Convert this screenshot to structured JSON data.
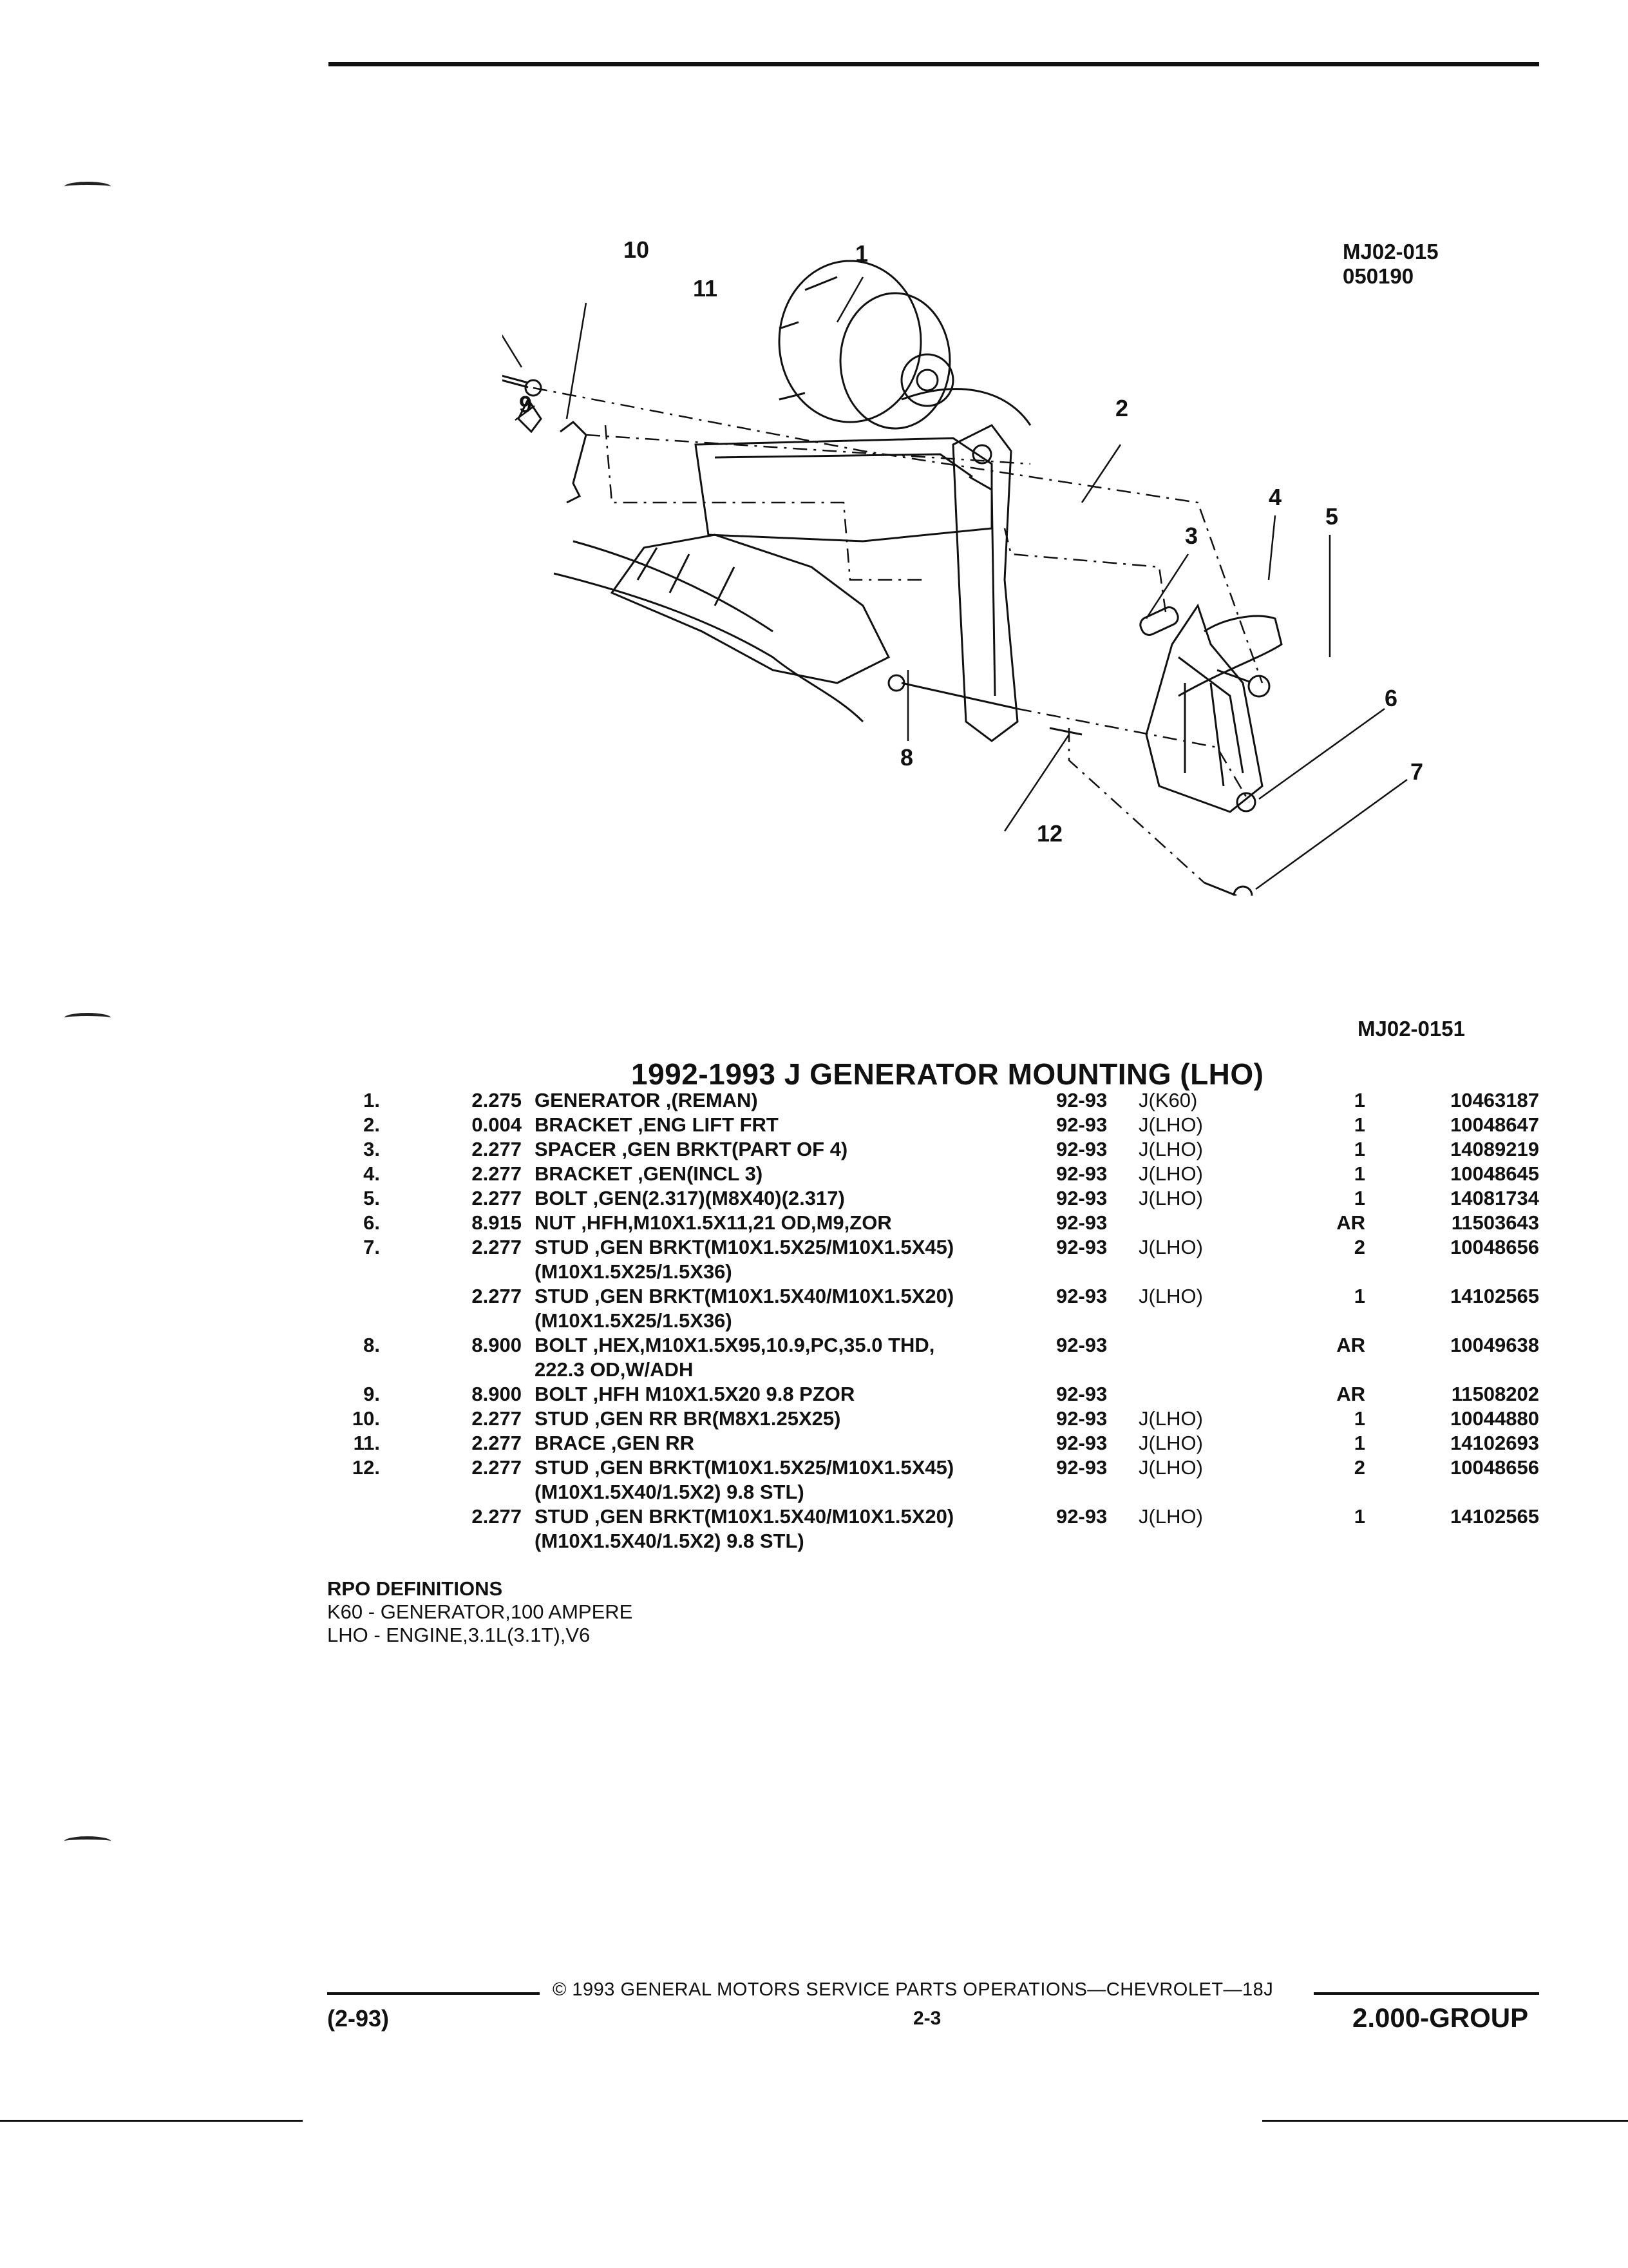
{
  "diagram": {
    "ref_code": "MJ02-015",
    "ref_date": "050190",
    "figure_code": "MJ02-0151",
    "callouts": [
      "1",
      "2",
      "3",
      "4",
      "5",
      "6",
      "7",
      "8",
      "9",
      "10",
      "11",
      "12"
    ]
  },
  "title": "1992-1993 J GENERATOR MOUNTING (LHO)",
  "parts": [
    {
      "num": "1.",
      "code": "2.275",
      "desc": "GENERATOR ,(REMAN)",
      "years": "92-93",
      "app": "J(K60)",
      "qty": "1",
      "part": "10463187"
    },
    {
      "num": "2.",
      "code": "0.004",
      "desc": "BRACKET ,ENG LIFT FRT",
      "years": "92-93",
      "app": "J(LHO)",
      "qty": "1",
      "part": "10048647"
    },
    {
      "num": "3.",
      "code": "2.277",
      "desc": "SPACER ,GEN BRKT(PART OF 4)",
      "years": "92-93",
      "app": "J(LHO)",
      "qty": "1",
      "part": "14089219"
    },
    {
      "num": "4.",
      "code": "2.277",
      "desc": "BRACKET ,GEN(INCL 3)",
      "years": "92-93",
      "app": "J(LHO)",
      "qty": "1",
      "part": "10048645"
    },
    {
      "num": "5.",
      "code": "2.277",
      "desc": "BOLT ,GEN(2.317)(M8X40)(2.317)",
      "years": "92-93",
      "app": "J(LHO)",
      "qty": "1",
      "part": "14081734"
    },
    {
      "num": "6.",
      "code": "8.915",
      "desc": "NUT ,HFH,M10X1.5X11,21 OD,M9,ZOR",
      "years": "92-93",
      "app": "",
      "qty": "AR",
      "part": "11503643"
    },
    {
      "num": "7.",
      "code": "2.277",
      "desc": "STUD ,GEN BRKT(M10X1.5X25/M10X1.5X45)",
      "desc2": "(M10X1.5X25/1.5X36)",
      "years": "92-93",
      "app": "J(LHO)",
      "qty": "2",
      "part": "10048656"
    },
    {
      "num": "",
      "code": "2.277",
      "desc": "STUD ,GEN BRKT(M10X1.5X40/M10X1.5X20)",
      "desc2": "(M10X1.5X25/1.5X36)",
      "years": "92-93",
      "app": "J(LHO)",
      "qty": "1",
      "part": "14102565"
    },
    {
      "num": "8.",
      "code": "8.900",
      "desc": "BOLT ,HEX,M10X1.5X95,10.9,PC,35.0 THD,",
      "desc2": "222.3 OD,W/ADH",
      "years": "92-93",
      "app": "",
      "qty": "AR",
      "part": "10049638"
    },
    {
      "num": "9.",
      "code": "8.900",
      "desc": "BOLT ,HFH M10X1.5X20 9.8 PZOR",
      "years": "92-93",
      "app": "",
      "qty": "AR",
      "part": "11508202"
    },
    {
      "num": "10.",
      "code": "2.277",
      "desc": "STUD ,GEN RR BR(M8X1.25X25)",
      "years": "92-93",
      "app": "J(LHO)",
      "qty": "1",
      "part": "10044880"
    },
    {
      "num": "11.",
      "code": "2.277",
      "desc": "BRACE ,GEN RR",
      "years": "92-93",
      "app": "J(LHO)",
      "qty": "1",
      "part": "14102693"
    },
    {
      "num": "12.",
      "code": "2.277",
      "desc": "STUD ,GEN BRKT(M10X1.5X25/M10X1.5X45)",
      "desc2": "(M10X1.5X40/1.5X2) 9.8 STL)",
      "years": "92-93",
      "app": "J(LHO)",
      "qty": "2",
      "part": "10048656"
    },
    {
      "num": "",
      "code": "2.277",
      "desc": "STUD ,GEN BRKT(M10X1.5X40/M10X1.5X20)",
      "desc2": "(M10X1.5X40/1.5X2) 9.8 STL)",
      "years": "92-93",
      "app": "J(LHO)",
      "qty": "1",
      "part": "14102565"
    }
  ],
  "rpo": {
    "heading": "RPO DEFINITIONS",
    "lines": [
      "K60 - GENERATOR,100 AMPERE",
      "LHO - ENGINE,3.1L(3.1T),V6"
    ]
  },
  "footer": {
    "copyright": "© 1993 GENERAL MOTORS SERVICE PARTS OPERATIONS—CHEVROLET—18J",
    "date": "(2-93)",
    "page": "2-3",
    "group": "2.000-GROUP"
  }
}
